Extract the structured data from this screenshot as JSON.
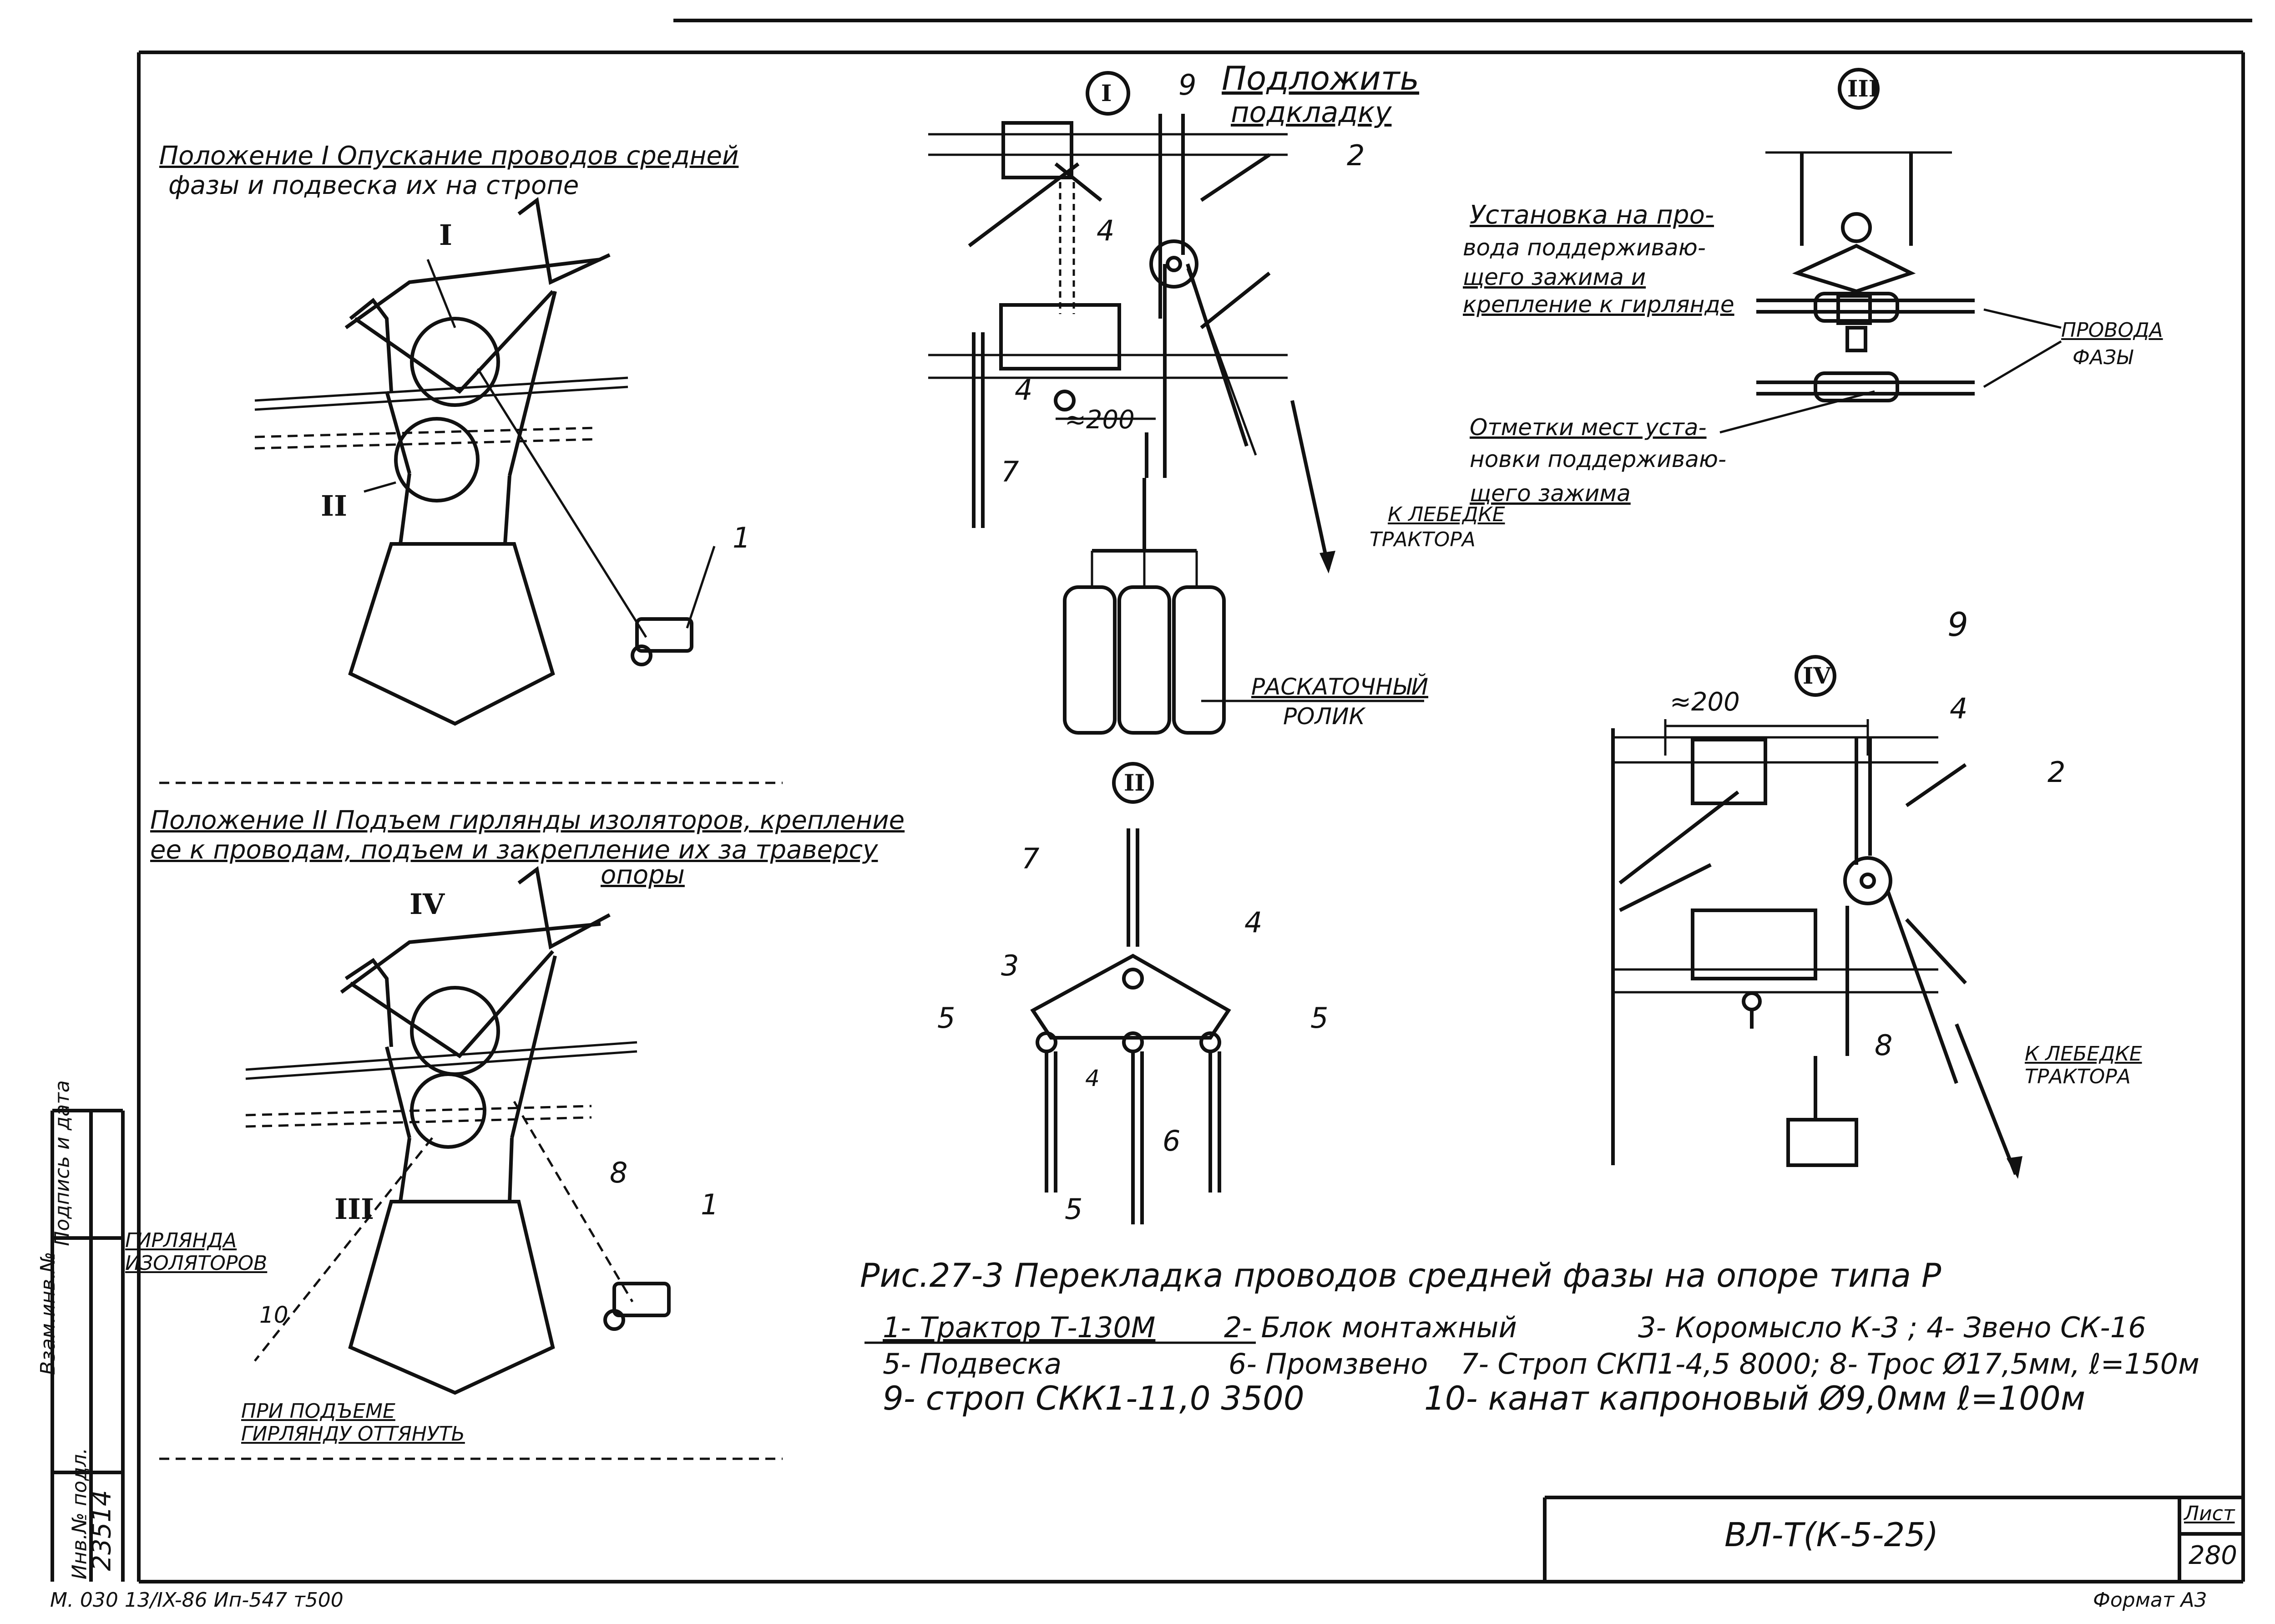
{
  "positions": {
    "p1_line1": "Положение I  Опускание проводов   средней",
    "p1_line2": "фазы и подвеска их на стропе",
    "p2_line1": "Положение II  Подъем  гирлянды изоляторов, крепление",
    "p2_line2": "ее к проводам, подъем и закрепление их за траверсу",
    "p2_line3": "опоры"
  },
  "detail_I": {
    "marker": "I",
    "note_line1": "Подложить",
    "note_line2": "подкладку",
    "dim": "≈200",
    "roller_line1": "РАСКАТОЧНЫЙ",
    "roller_line2": "РОЛИК",
    "to_winch_line1": "К ЛЕБЕДКЕ",
    "to_winch_line2": "ТРАКТОРА",
    "num_9": "9",
    "num_2": "2",
    "num_4a": "4",
    "num_4b": "4",
    "num_7": "7"
  },
  "detail_II": {
    "marker": "II",
    "num_7": "7",
    "num_4": "4",
    "num_3": "3",
    "num_5a": "5",
    "num_5b": "5",
    "num_4b": "4",
    "num_6": "6",
    "num_5c": "5"
  },
  "detail_III": {
    "marker": "III",
    "install_line1": "Установка на про-",
    "install_line2": "вода поддерживаю-",
    "install_line3": "щего зажима и",
    "install_line4": "крепление к гирлянде",
    "marks_line1": "Отметки мест уста-",
    "marks_line2": "новки поддерживаю-",
    "marks_line3": "щего зажима",
    "wires_line1": "ПРОВОДА",
    "wires_line2": "ФАЗЫ"
  },
  "detail_IV": {
    "marker": "IV",
    "dim": "≈200",
    "num_9": "9",
    "num_4": "4",
    "num_2": "2",
    "num_8": "8",
    "to_winch_line1": "К ЛЕБЕДКЕ",
    "to_winch_line2": "ТРАКТОРА"
  },
  "overview": {
    "label_I": "I",
    "label_II": "II",
    "label_1a": "1",
    "label_IV": "IV",
    "label_III": "III",
    "label_8": "8",
    "label_1b": "1",
    "label_10": "10",
    "garland_line1": "ГИРЛЯНДА",
    "garland_line2": "ИЗОЛЯТОРОВ",
    "pull_line1": "ПРИ ПОДЪЕМЕ",
    "pull_line2": "ГИРЛЯНДУ ОТТЯНУТЬ"
  },
  "caption": {
    "title": "Рис.27-3 Перекладка  проводов  средней  фазы  на опоре  типа Р",
    "legend_line1a": "1- Трактор Т-130М",
    "legend_line1b": "2- Блок монтажный",
    "legend_line1c": "3- Коромысло К-3 ; 4- Звено СК-16",
    "legend_line2a": "5- Подвеска",
    "legend_line2b": "6- Промзвено",
    "legend_line2c": "7- Строп СКП1-4,5  8000; 8- Трос Ø17,5мм, ℓ=150м",
    "legend_line3a": "9- строп СКК1-11,0  3500",
    "legend_line3b": "10- канат капроновый Ø9,0мм  ℓ=100м"
  },
  "sidebar": {
    "inv_label": "Инв.№ подл.",
    "inv_number": "23514",
    "sign_label": "Подпись и дата",
    "swap_label": "Взам.инв.№"
  },
  "title_block": {
    "code": "ВЛ-Т(К-5-25)",
    "sheet_label": "Лист",
    "sheet_number": "280",
    "format_label": "Формат А3",
    "print_note": "М. 030  13/IX-86  Ип-547 т500"
  }
}
